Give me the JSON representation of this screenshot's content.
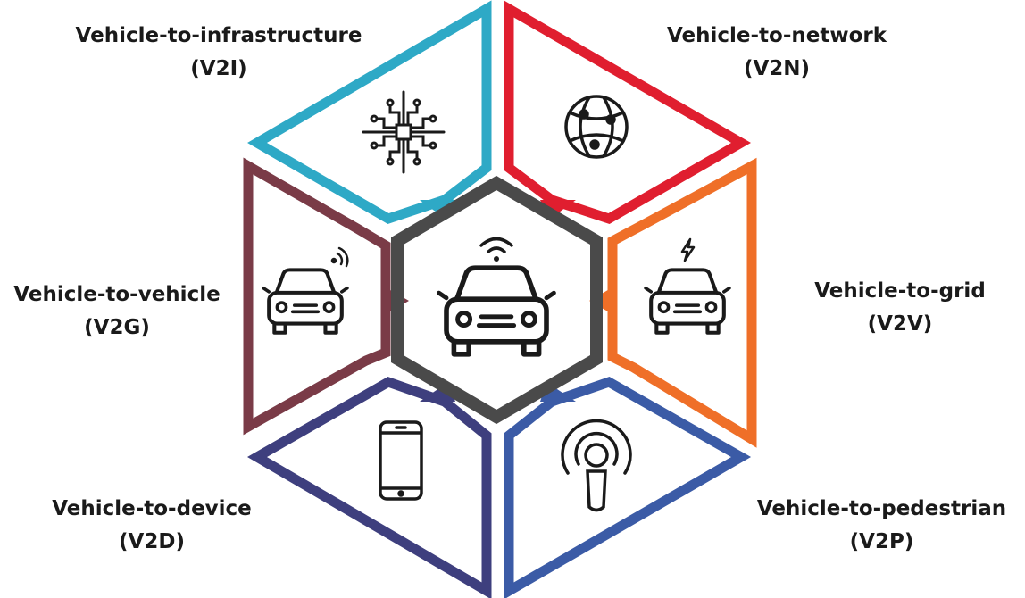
{
  "center": {
    "icon": "connected-car-icon",
    "color": "#4a4a4a"
  },
  "segments": [
    {
      "id": "v2i",
      "title": "Vehicle-to-infrastructure",
      "abbr": "(V2I)",
      "color": "#2ea9c6",
      "icon": "circuit-board-icon"
    },
    {
      "id": "v2n",
      "title": "Vehicle-to-network",
      "abbr": "(V2N)",
      "color": "#e01e2f",
      "icon": "globe-network-icon"
    },
    {
      "id": "v2grid",
      "title": "Vehicle-to-grid",
      "abbr": "(V2V)",
      "color": "#ef6f28",
      "icon": "electric-car-icon"
    },
    {
      "id": "v2p",
      "title": "Vehicle-to-pedestrian",
      "abbr": "(V2P)",
      "color": "#3b5ba6",
      "icon": "pedestrian-signal-icon"
    },
    {
      "id": "v2d",
      "title": "Vehicle-to-device",
      "abbr": "(V2D)",
      "color": "#3e3f7e",
      "icon": "smartphone-icon"
    },
    {
      "id": "v2v",
      "title": "Vehicle-to-vehicle",
      "abbr": "(V2G)",
      "color": "#7a3b47",
      "icon": "wireless-car-icon"
    }
  ]
}
